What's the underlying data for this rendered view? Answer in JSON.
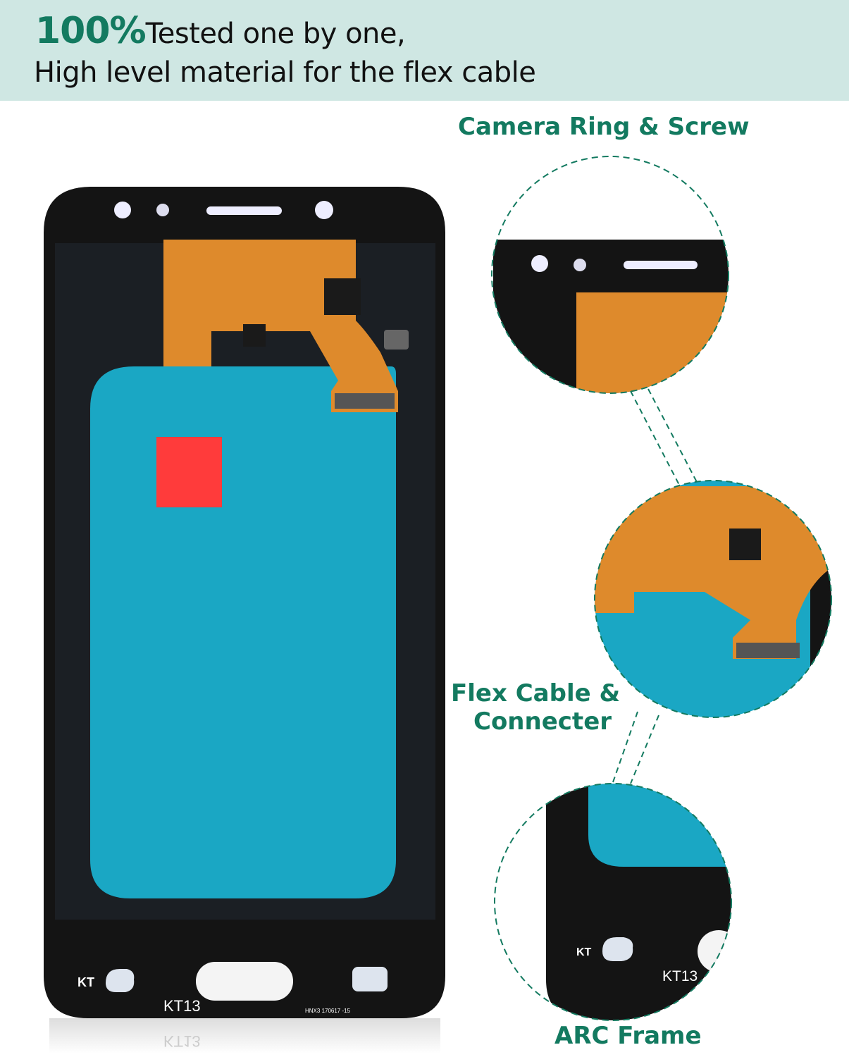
{
  "header": {
    "percent": "100%",
    "line1": "Tested one by one,",
    "line2": "High level material for the flex cable"
  },
  "callouts": {
    "camera": "Camera Ring & Screw",
    "flex_line1": "Flex Cable &",
    "flex_line2": "Connecter",
    "frame": "ARC Frame"
  },
  "phone": {
    "kt_label": "KT",
    "model_label": "KT13",
    "serial": "HNX3 170617 -15"
  },
  "colors": {
    "accent": "#137a60",
    "header_bg": "#cfe7e3",
    "frame": "#141414",
    "film": "#1aa7c4",
    "flex": "#de8a2c",
    "tab": "#ff3b3b"
  }
}
